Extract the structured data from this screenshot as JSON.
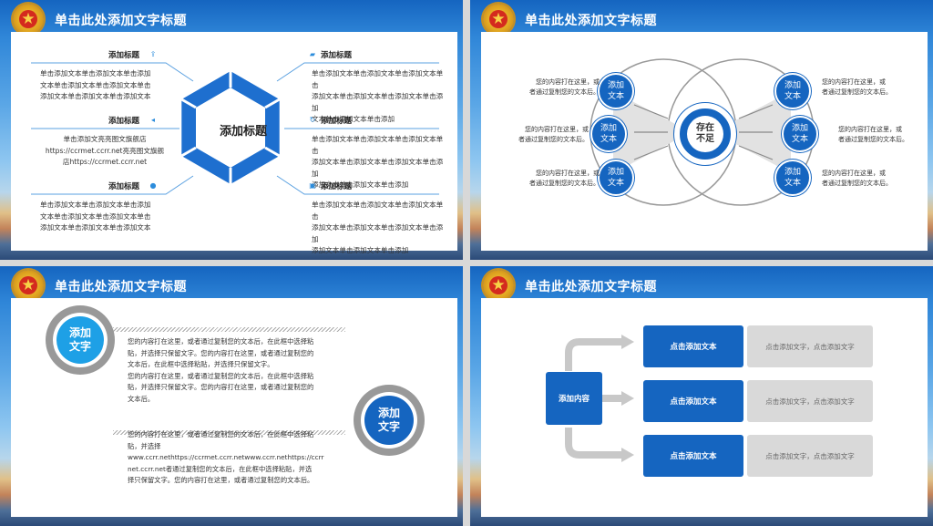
{
  "slide_title": "单击此处添加文字标题",
  "slide1": {
    "center_title": "添加标题",
    "items": [
      {
        "heading": "添加标题",
        "icon": "share-icon",
        "lines": [
          "单击添加文本单击添加文本单击添加",
          "文本单击添加文本单击添加文本单击",
          "添加文本单击添加文本单击添加文本"
        ]
      },
      {
        "heading": "添加标题",
        "icon": "speaker-icon",
        "lines": [
          "单击添加文亮亮图文旗舰店",
          "https://ccrmet.ccrr.net亮亮图文旗舰",
          "店https://ccrmet.ccrr.net"
        ]
      },
      {
        "heading": "添加标题",
        "icon": "user-icon",
        "lines": [
          "单击添加文本单击添加文本单击添加",
          "文本单击添加文本单击添加文本单击",
          "添加文本单击添加文本单击添加文本"
        ]
      },
      {
        "heading": "添加标题",
        "icon": "truck-icon",
        "lines": [
          "单击添加文本单击添加文本单击添加文本单击",
          "添加文本单击添加文本单击添加文本单击添加",
          "文本单击添加文本单击添加"
        ]
      },
      {
        "heading": "添加标题",
        "icon": "refresh-icon",
        "lines": [
          "单击添加文本单击添加文本单击添加文本单击",
          "添加文本单击添加文本单击添加文本单击添加",
          "添加文本单击添加文本单击添加"
        ]
      },
      {
        "heading": "添加标题",
        "icon": "wallet-icon",
        "lines": [
          "单击添加文本单击添加文本单击添加文本单击",
          "添加文本单击添加文本单击添加文本单击添加",
          "添加文本单击添加文本单击添加"
        ]
      }
    ]
  },
  "slide2": {
    "center_label": "存在\n不足",
    "circle_label": "添加\n文本",
    "left_texts": [
      [
        "您的内容打在这里，或",
        "者通过复制您的文本后。"
      ],
      [
        "您的内容打在这里，或",
        "者通过复制您的文本后。"
      ],
      [
        "您的内容打在这里，或",
        "者通过复制您的文本后。"
      ]
    ],
    "right_texts": [
      [
        "您的内容打在这里，或",
        "者通过复制您的文本后。"
      ],
      [
        "您的内容打在这里，或",
        "者通过复制您的文本后。"
      ],
      [
        "您的内容打在这里，或",
        "者通过复制您的文本后。"
      ]
    ]
  },
  "slide3": {
    "circle1": "添加\n文字",
    "circle2": "添加\n文字",
    "para1": [
      "您的内容打在这里，或者通过复制您的文本后，在此框中选择粘",
      "贴，并选择只保留文字。您的内容打在这里，或者通过复制您的",
      "文本后，在此框中选择粘贴，并选择只保留文字。",
      "您的内容打在这里，或者通过复制您的文本后，在此框中选择粘",
      "贴，并选择只保留文字。您的内容打在这里，或者通过复制您的",
      "文本后。"
    ],
    "para2": [
      "您的内容打在这里，或者通过复制您的文本后，在此框中选择粘",
      "贴，并选择",
      "www.ccrr.nethttps://ccrmet.ccrr.netwww.ccrr.nethttps://ccrr",
      "net.ccrr.net者通过复制您的文本后，在此框中选择粘贴，并选",
      "择只保留文字。您的内容打在这里，或者通过复制您的文本后。"
    ]
  },
  "slide4": {
    "root": "添加内容",
    "rows": [
      {
        "label": "点击添加文本",
        "desc": "点击添加文字，点击添加文字"
      },
      {
        "label": "点击添加文本",
        "desc": "点击添加文字，点击添加文字"
      },
      {
        "label": "点击添加文本",
        "desc": "点击添加文字，点击添加文字"
      }
    ]
  },
  "colors": {
    "accent": "#1565c0",
    "gray": "#d9d9d9"
  }
}
